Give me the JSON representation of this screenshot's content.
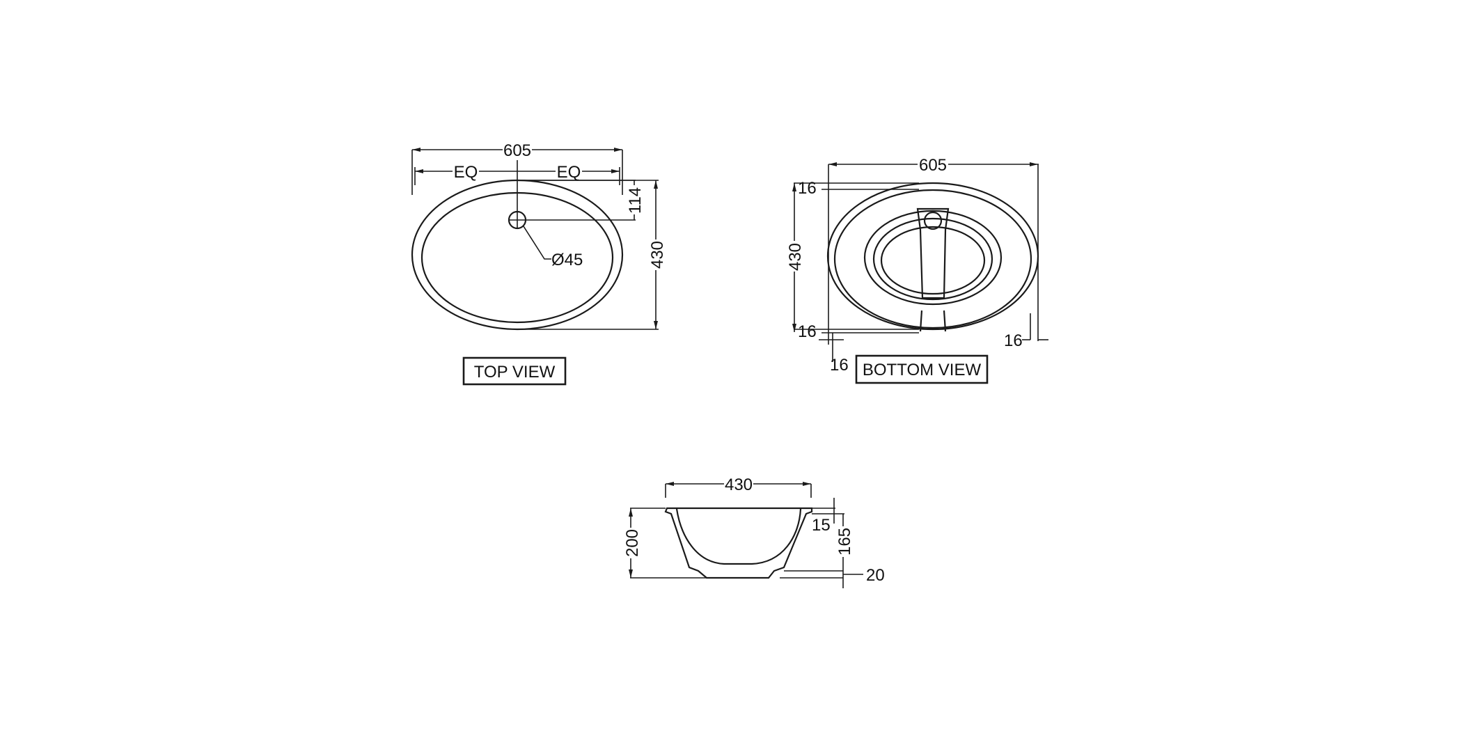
{
  "drawing": {
    "subject": "oval undermount wash basin",
    "line_color": "#1a1a1a",
    "background": "#ffffff",
    "top_view": {
      "label": "TOP VIEW",
      "width_dim": "605",
      "eq_left": "EQ",
      "eq_right": "EQ",
      "tap_offset_dim": "114",
      "height_dim": "430",
      "hole_dim": "Ø45"
    },
    "bottom_view": {
      "label": "BOTTOM VIEW",
      "width_dim": "605",
      "height_dim": "430",
      "rim_top_dim": "16",
      "rim_bottom_dim": "16",
      "rim_left_dim": "16",
      "rim_right_dim": "16"
    },
    "side_view": {
      "width_dim": "430",
      "height_dim": "200",
      "rim_dim": "15",
      "bowl_depth_dim": "165",
      "base_dim": "20"
    }
  }
}
